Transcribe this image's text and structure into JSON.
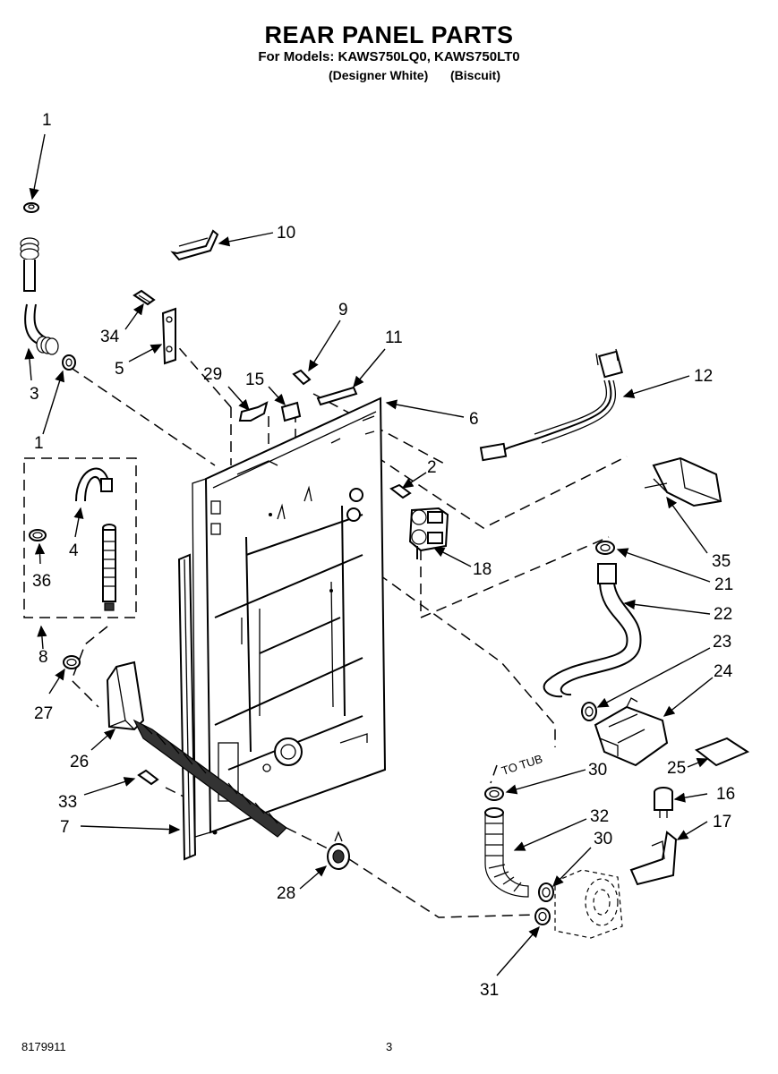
{
  "header": {
    "title": "REAR PANEL PARTS",
    "models_line": "For Models: KAWS750LQ0, KAWS750LT0",
    "variant_white": "(Designer White)",
    "variant_biscuit": "(Biscuit)"
  },
  "footer": {
    "doc_number": "8179911",
    "page_number": "3"
  },
  "diagram": {
    "to_tub_label": "TO TUB",
    "callouts": [
      "1",
      "10",
      "34",
      "5",
      "9",
      "11",
      "3",
      "1",
      "29",
      "15",
      "6",
      "12",
      "2",
      "4",
      "36",
      "18",
      "35",
      "21",
      "8",
      "22",
      "23",
      "27",
      "24",
      "26",
      "30",
      "25",
      "16",
      "33",
      "32",
      "7",
      "30",
      "17",
      "28",
      "31"
    ]
  }
}
